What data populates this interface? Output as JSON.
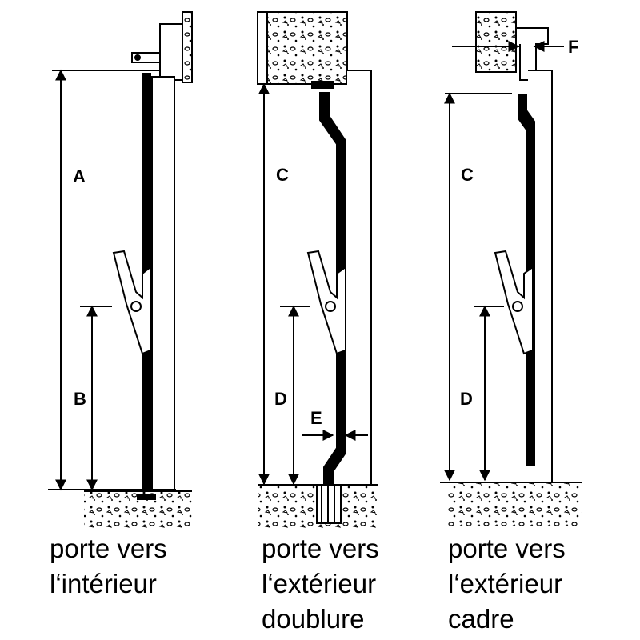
{
  "panels": [
    {
      "labels": [
        "A",
        "B"
      ],
      "caption": [
        "porte vers",
        "l‘intérieur"
      ]
    },
    {
      "labels": [
        "C",
        "D",
        "E"
      ],
      "caption": [
        "porte vers",
        "l‘extérieur",
        "doublure"
      ]
    },
    {
      "labels": [
        "C",
        "D",
        "F"
      ],
      "caption": [
        "porte vers",
        "l‘extérieur",
        "cadre"
      ]
    }
  ],
  "colors": {
    "ink": "#000000",
    "concrete": "#ffffff"
  }
}
